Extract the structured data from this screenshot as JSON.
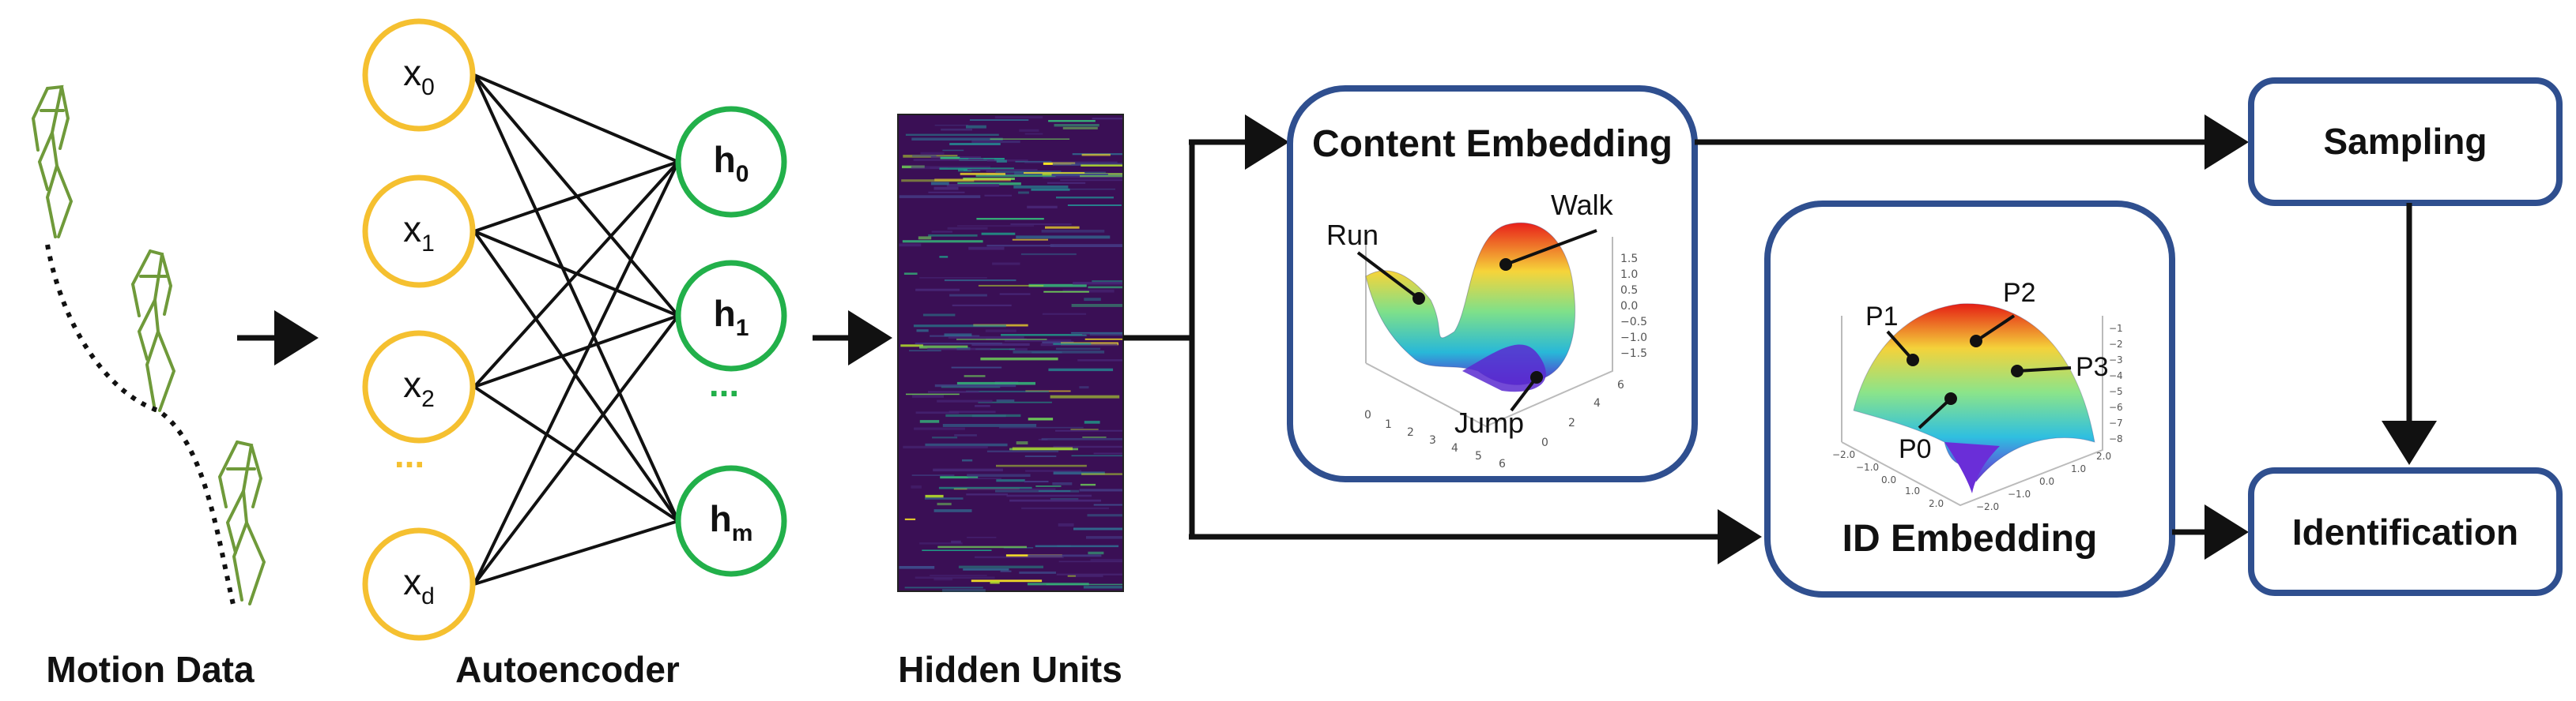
{
  "captions": {
    "motion": "Motion Data",
    "autoencoder": "Autoencoder",
    "hidden": "Hidden Units"
  },
  "inputs": [
    {
      "base": "x",
      "sub": "0"
    },
    {
      "base": "x",
      "sub": "1"
    },
    {
      "base": "x",
      "sub": "2"
    },
    {
      "base": "x",
      "sub": "d"
    }
  ],
  "hiddens": [
    {
      "base": "h",
      "sub": "0"
    },
    {
      "base": "h",
      "sub": "1"
    },
    {
      "base": "h",
      "sub": "m"
    }
  ],
  "ellipsis": {
    "inputs": "...",
    "hiddens": "..."
  },
  "content": {
    "title": "Content Embedding",
    "labels": {
      "run": "Run",
      "walk": "Walk",
      "jump": "Jump"
    }
  },
  "id": {
    "title": "ID Embedding",
    "labels": {
      "p0": "P0",
      "p1": "P1",
      "p2": "P2",
      "p3": "P3"
    }
  },
  "sampling": "Sampling",
  "identification": "Identification",
  "colors": {
    "input_node": "#f5c030",
    "hidden_node": "#22b04a",
    "box_border": "#2f4f8f",
    "skeleton": "#6f9a3a",
    "heatmap_bg": "#3a0f55"
  }
}
